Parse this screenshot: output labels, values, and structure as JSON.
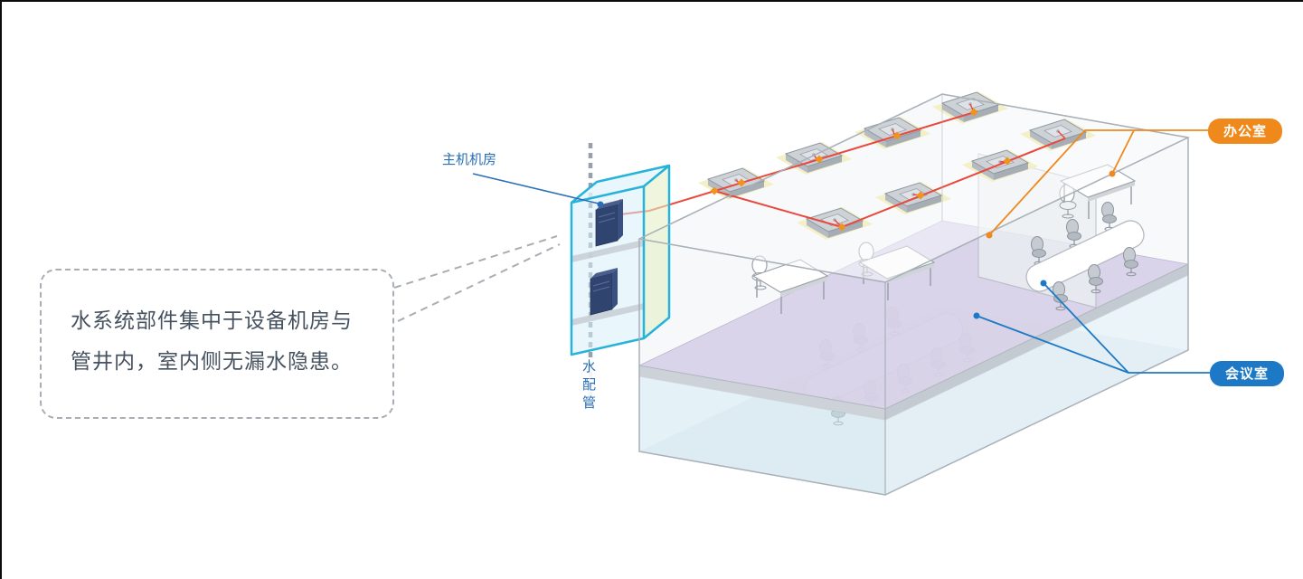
{
  "callout": {
    "line1": "水系统部件集中于设备机房与",
    "line2": "管井内，室内侧无漏水隐患。"
  },
  "labels": {
    "machine_room": "主机机房",
    "water_pipe": "水配管",
    "office": "办公室",
    "meeting_room": "会议室"
  },
  "colors": {
    "label_blue": "#2a6fb5",
    "badge_blue": "#1d79c6",
    "badge_orange": "#f0891c",
    "pipe_red": "#e8493c",
    "fitting_orange": "#f0941f",
    "machine_room_cyan": "#27b3d9",
    "floor_purple": "#d8d2e8",
    "glass_blue": "#d6ecf4",
    "callout_text": "#46525f"
  }
}
